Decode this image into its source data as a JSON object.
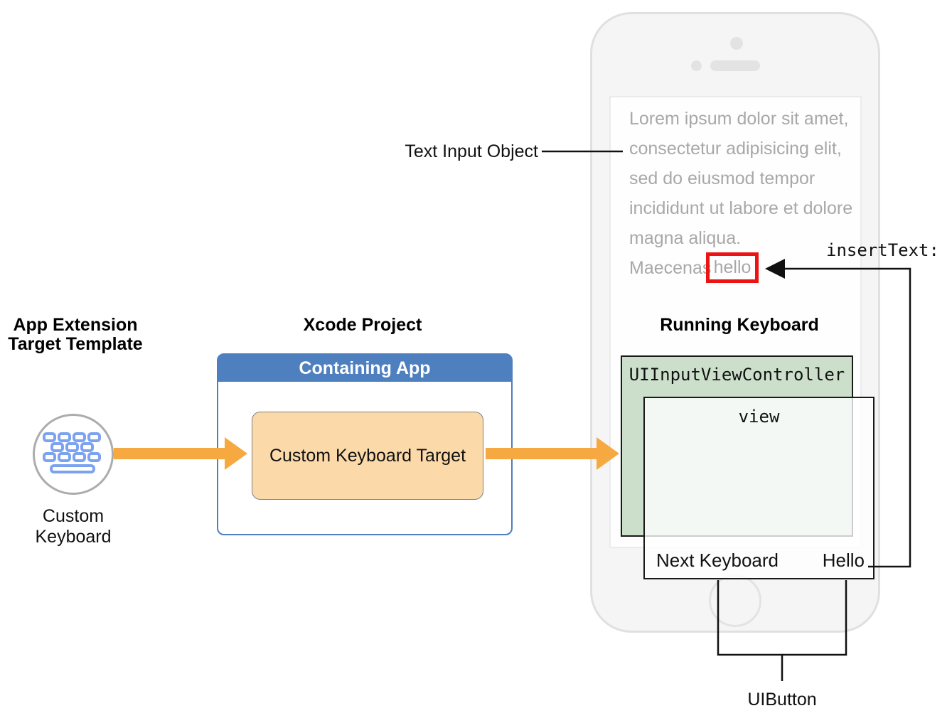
{
  "diagram": {
    "app_extension": {
      "title_line1": "App Extension",
      "title_line2": "Target Template",
      "caption_line1": "Custom",
      "caption_line2": "Keyboard"
    },
    "xcode_project": {
      "title": "Xcode Project",
      "containing_app_label": "Containing App",
      "target_label": "Custom Keyboard Target"
    },
    "running_keyboard": {
      "title": "Running Keyboard",
      "controller_label": "UIInputViewController",
      "view_label": "view",
      "next_keyboard_label": "Next Keyboard",
      "hello_label": "Hello",
      "uibutton_label": "UIButton"
    },
    "text_input": {
      "annotation": "Text Input Object",
      "insert_method": "insertText:",
      "lines": [
        "Lorem ipsum dolor sit amet,",
        "consectetur adipisicing elit,",
        "sed do eiusmod tempor",
        "incididunt ut labore et dolore",
        "magna aliqua.",
        "Maecenas"
      ],
      "inserted_word": "hello"
    }
  },
  "colors": {
    "arrow_orange": "#F7A941",
    "header_blue": "#4E7FBF",
    "target_fill_orange": "#FBD9A9",
    "controller_green": "#CBDFCB",
    "highlight_red": "#EC1313",
    "placeholder_gray": "#A8A8A8",
    "keyboard_icon_blue": "#7CA3F0",
    "phone_gray": "#E0E0E1"
  }
}
